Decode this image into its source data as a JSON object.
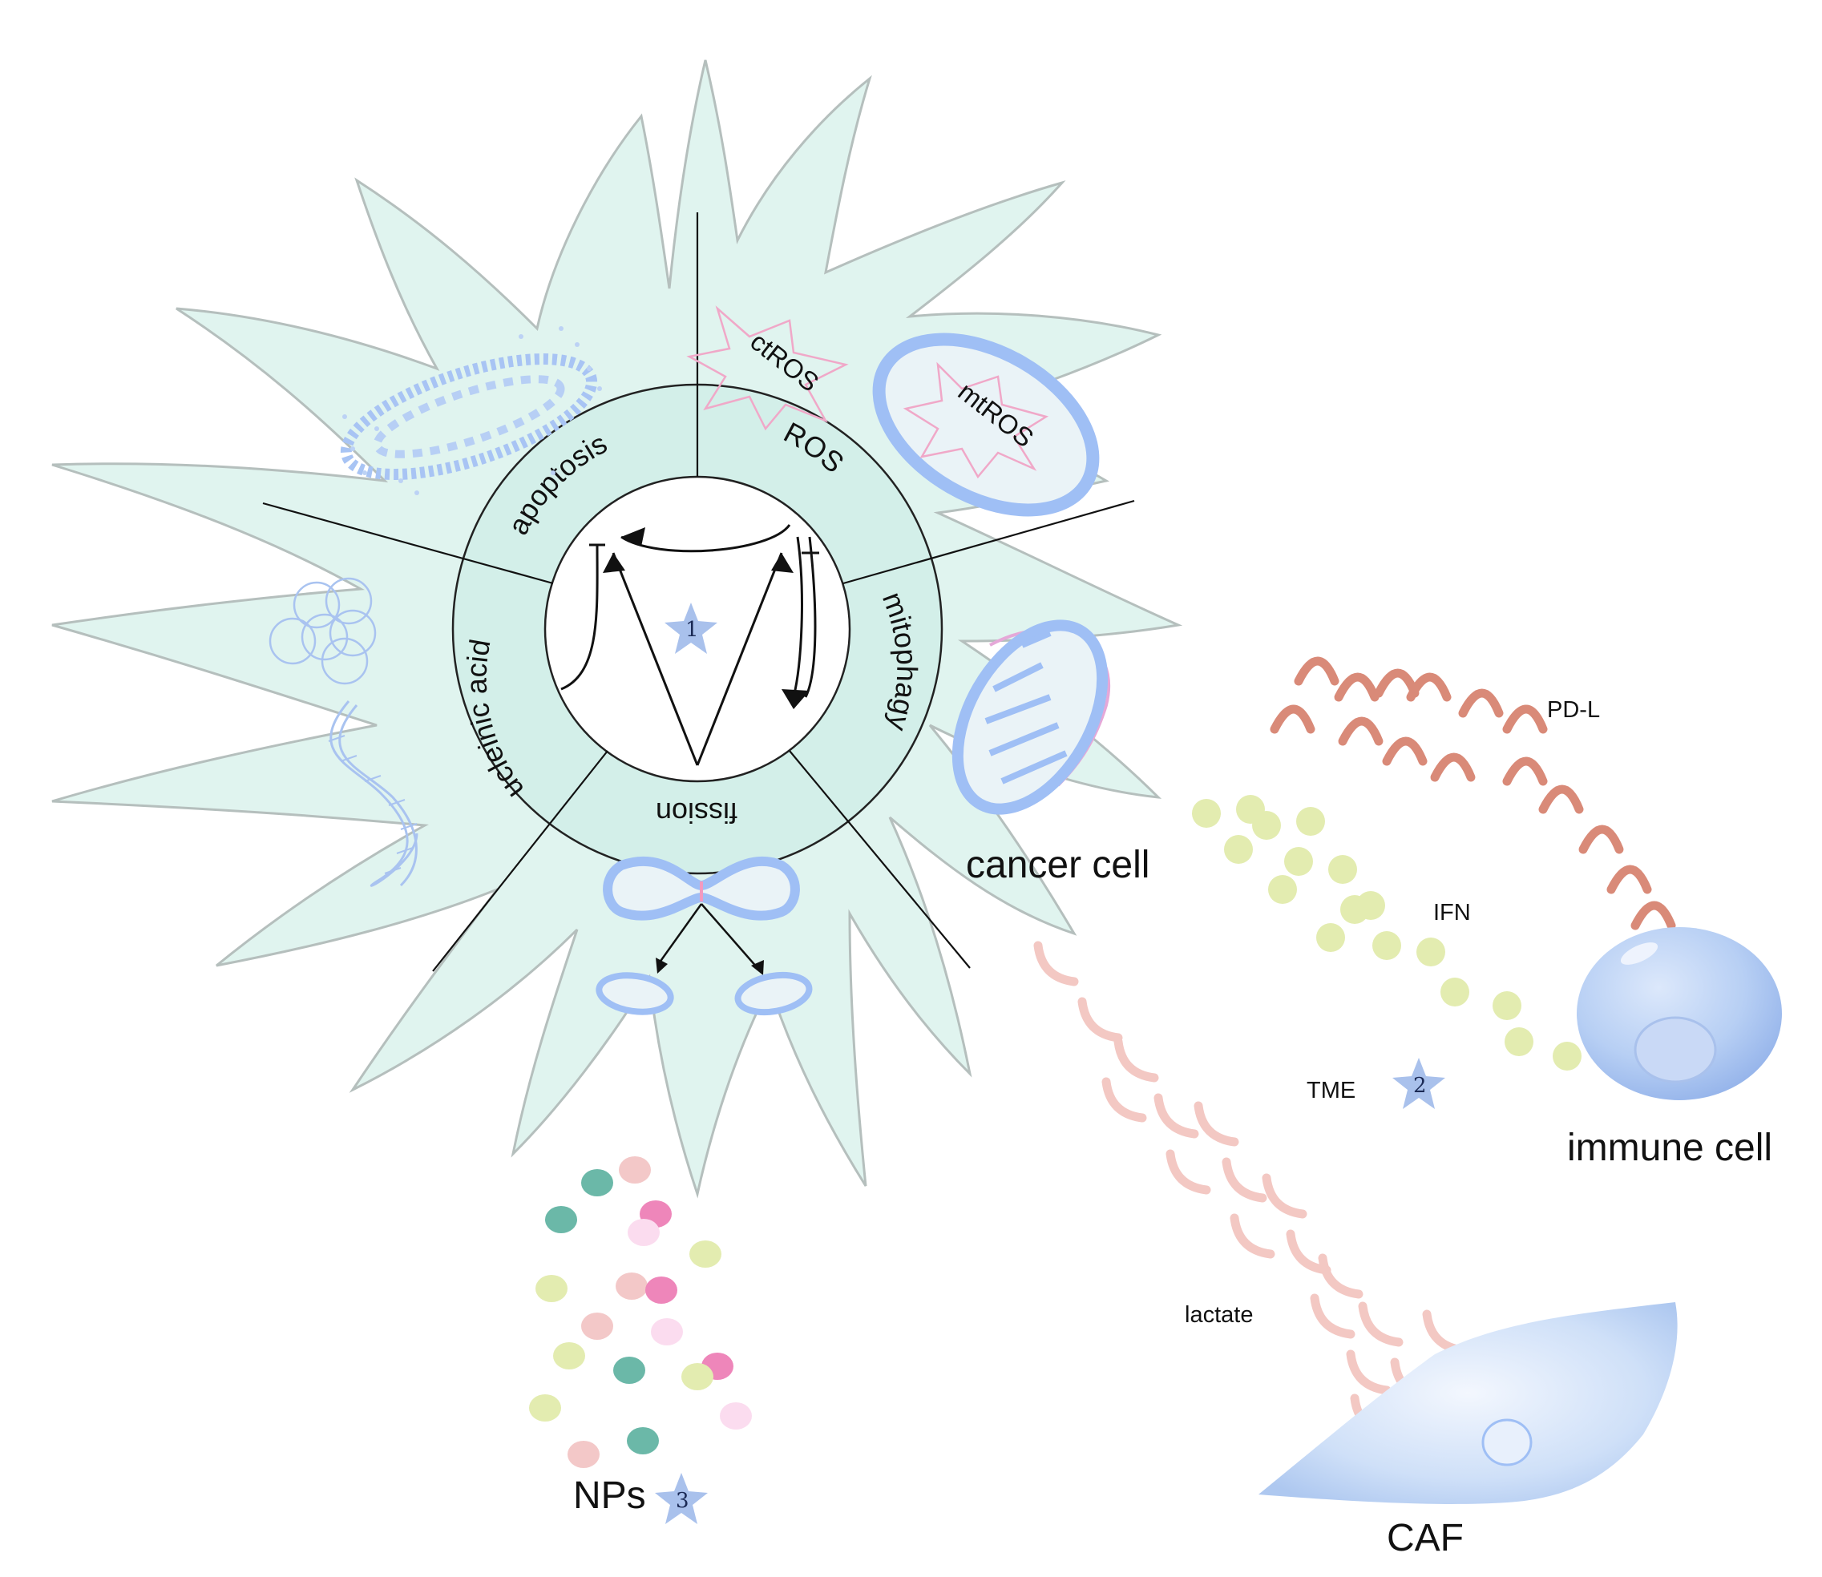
{
  "diagram": {
    "ring_segments": {
      "apoptosis": "apoptosis",
      "ros": "ROS",
      "mitophagy": "mitophagy",
      "fission": "fission",
      "nucleic_acid": "ucleinic acid"
    },
    "ros_labels": {
      "ct": "ctROS",
      "mt": "mtROS"
    },
    "cells": {
      "cancer": "cancer cell",
      "immune": "immune cell",
      "caf": "CAF"
    },
    "molecules": {
      "pdl": "PD-L",
      "ifn": "IFN",
      "tme": "TME",
      "lactate": "lactate",
      "nps": "NPs"
    },
    "stars": {
      "one": "1",
      "two": "2",
      "three": "3"
    },
    "colors": {
      "cell_fill": "#dff3ee",
      "ring_fill": "#d2efe8",
      "mito_blue": "#9fbff5",
      "star_blue": "#a9c1ec",
      "pdl_color": "#d98a78",
      "lactate_color": "#f3c8c3",
      "ifn_color": "#e3ecb0"
    }
  }
}
